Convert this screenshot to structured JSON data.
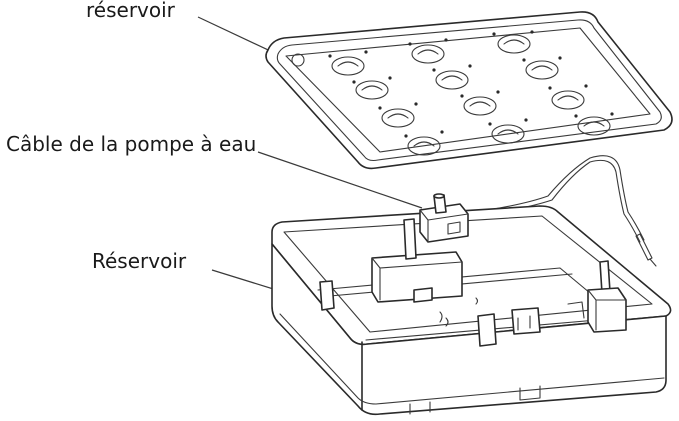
{
  "labels": {
    "top": "réservoir",
    "cable": "Câble de la pompe à eau",
    "reservoir": "Réservoir"
  }
}
